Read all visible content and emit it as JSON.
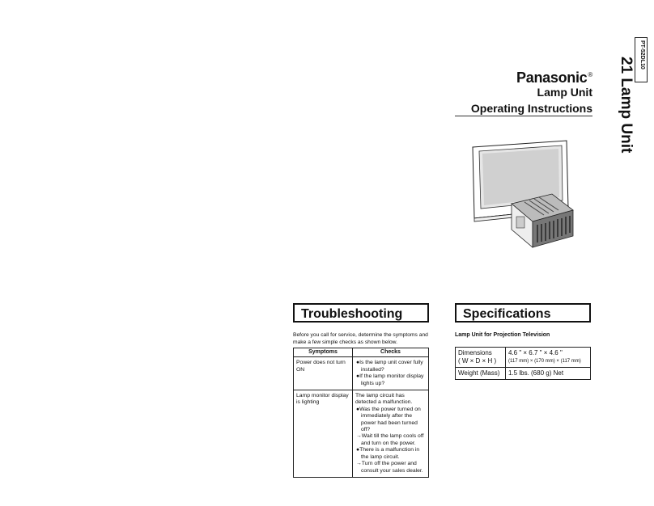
{
  "header": {
    "brand": "Panasonic",
    "brand_mark": "®",
    "product": "Lamp Unit",
    "subtitle": "Operating Instructions"
  },
  "side": {
    "title": "21 Lamp Unit",
    "model_code": "PT-52DL10"
  },
  "troubleshooting": {
    "heading": "Troubleshooting",
    "intro": "Before you call for service, determine the symptoms and make a few simple checks as shown below.",
    "columns": [
      "Symptoms",
      "Checks"
    ],
    "rows": [
      {
        "symptom": "Power does not turn ON",
        "checks": [
          {
            "mark": "●",
            "text": "Is the lamp unit cover fully installed?"
          },
          {
            "mark": "●",
            "text": "If the lamp monitor display lights up?"
          }
        ]
      },
      {
        "symptom": "Lamp monitor display is lighting",
        "checks": [
          {
            "mark": "",
            "text": "The lamp circuit has detected a malfunction."
          },
          {
            "mark": "●",
            "text": "Was the power turned on immediately after the power had been turned off?"
          },
          {
            "mark": "→",
            "text": "Wait till the lamp cools off and turn on the power."
          },
          {
            "mark": "●",
            "text": "There is a malfunction in the lamp circuit."
          },
          {
            "mark": "→",
            "text": "Turn off the power and consult your sales dealer."
          }
        ]
      }
    ]
  },
  "specifications": {
    "heading": "Specifications",
    "subtitle": "Lamp Unit for Projection Television",
    "rows": [
      {
        "label": "Dimensions",
        "label2": "( W × D × H )",
        "value": "4.6 \" ×  6.7 \" ×  4.6 \"",
        "value2": "(117 mm) × (170 mm) × (117 mm)"
      },
      {
        "label": "Weight (Mass)",
        "label2": "",
        "value": "1.5 lbs. (680 g) Net",
        "value2": ""
      }
    ]
  }
}
